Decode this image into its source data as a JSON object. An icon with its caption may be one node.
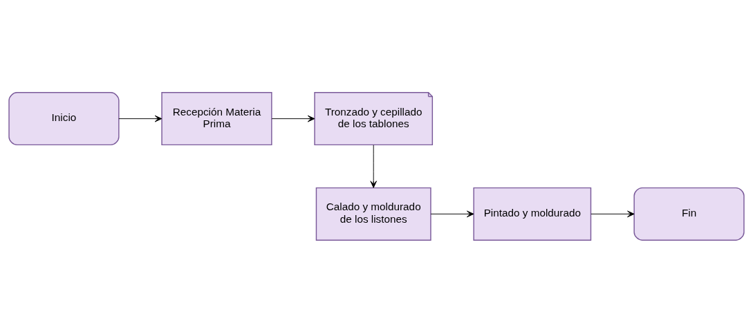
{
  "diagram": {
    "nodes": [
      {
        "text": [
          "Inicio"
        ]
      },
      {
        "text": [
          "Recepción Materia Prima"
        ]
      },
      {
        "text": [
          "Tronzado y cepillado de los tablones"
        ]
      },
      {
        "text": [
          "Calado y moldurado de los listones"
        ]
      },
      {
        "text": [
          "Pintado y moldurado"
        ]
      },
      {
        "text": [
          "Fin"
        ]
      }
    ],
    "edges": [
      {
        "from": 0,
        "to": 1,
        "arrow": "to"
      },
      {
        "from": 1,
        "to": 2,
        "arrow": "to"
      },
      {
        "from": 2,
        "to": 3,
        "arrow": "to"
      },
      {
        "from": 3,
        "to": 4,
        "arrow": "to"
      },
      {
        "from": 4,
        "to": 5,
        "arrow": "to"
      }
    ]
  }
}
